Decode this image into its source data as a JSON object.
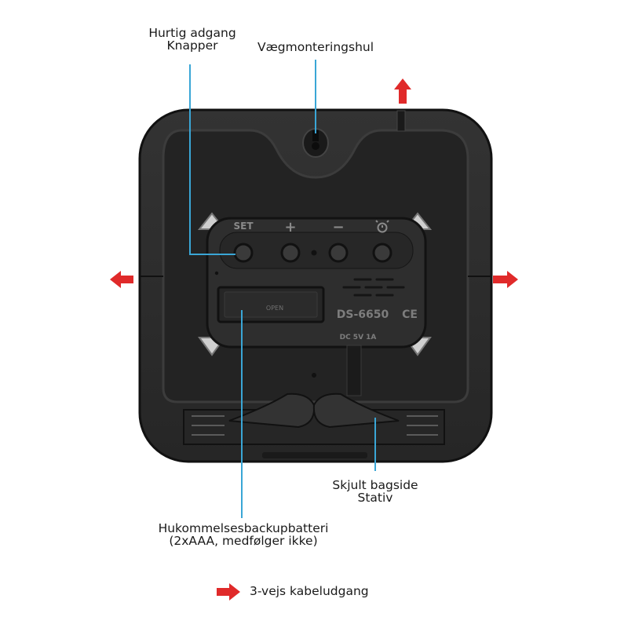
{
  "labels": {
    "quick_access": [
      "Hurtig adgang",
      "Knapper"
    ],
    "wall_mount": "Vægmonteringshul",
    "hidden_stand": [
      "Skjult bagside",
      "Stativ"
    ],
    "battery": [
      "Hukommelsesbackupbatteri",
      "(2xAAA, medfølger ikke)"
    ]
  },
  "legend": {
    "text": "3-vejs kabeludgang",
    "icon": "red-arrow-icon"
  },
  "device": {
    "buttons": [
      "SET",
      "+",
      "−",
      "alarm-clock-icon"
    ],
    "model": "DS-6650",
    "ce_mark": "CE",
    "power": "DC 5V 1A",
    "battery_cover": "OPEN"
  },
  "colors": {
    "body": "#2b2b2b",
    "body_dark": "#1d1d1d",
    "edge": "#121212",
    "callout": "#3aa6d6",
    "arrow": "#e02a2a",
    "embossed_text": "#8a8a8a"
  }
}
